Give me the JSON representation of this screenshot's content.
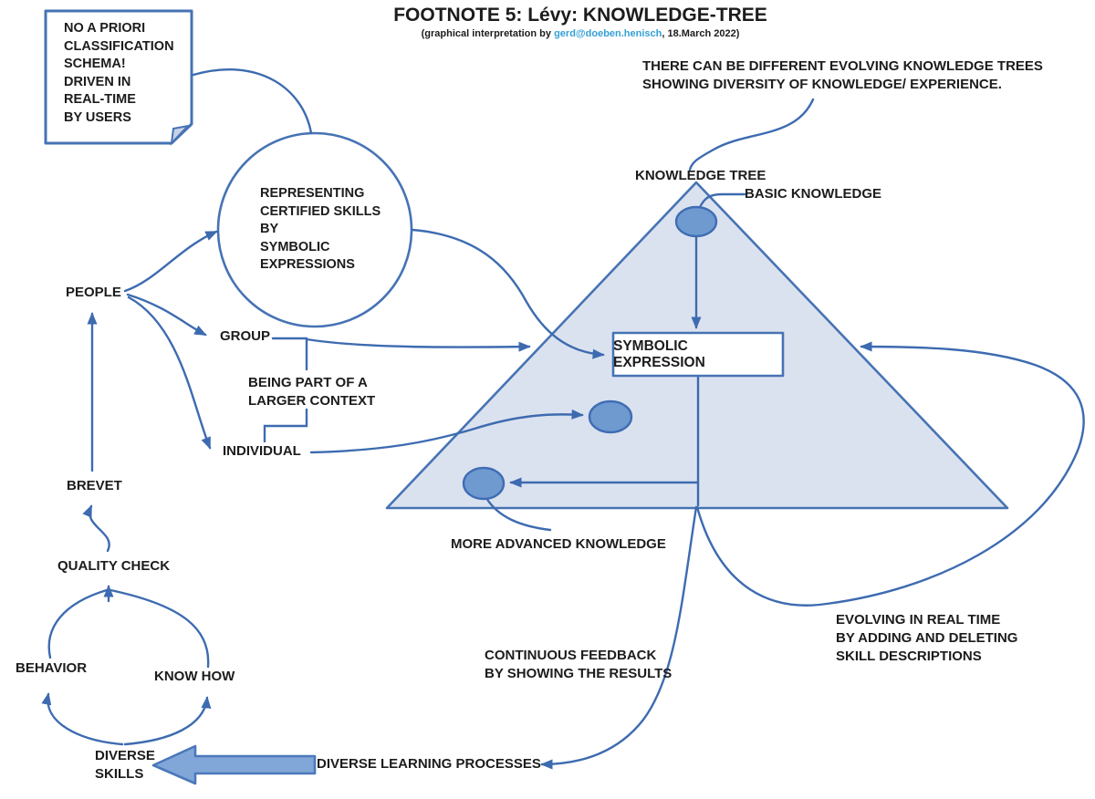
{
  "header": {
    "title": "FOOTNOTE 5: Lévy: KNOWLEDGE-TREE",
    "subtitle_prefix": "(graphical interpretation by ",
    "subtitle_link": "gerd@doeben.henisch",
    "subtitle_suffix": ", 18.March 2022)"
  },
  "labels": {
    "note": "NO A PRIORI\nCLASSIFICATION\nSCHEMA!\nDRIVEN IN\nREAL-TIME\nBY USERS",
    "circle": "REPRESENTING\nCERTIFIED SKILLS\nBY\nSYMBOLIC\nEXPRESSIONS",
    "trees_note": "THERE CAN BE DIFFERENT EVOLVING KNOWLEDGE TREES\nSHOWING DIVERSITY OF KNOWLEDGE/ EXPERIENCE.",
    "knowledge_tree": "KNOWLEDGE TREE",
    "basic_knowledge": "BASIC KNOWLEDGE",
    "people": "PEOPLE",
    "group": "GROUP",
    "being_part": "BEING PART OF A\nLARGER CONTEXT",
    "individual": "INDIVIDUAL",
    "symbolic_expression": "SYMBOLIC EXPRESSION",
    "brevet": "BREVET",
    "quality_check": "QUALITY CHECK",
    "behavior": "BEHAVIOR",
    "know_how": "KNOW HOW",
    "diverse_skills": "DIVERSE\nSKILLS",
    "diverse_learning": "DIVERSE LEARNING PROCESSES",
    "continuous_feedback": "CONTINUOUS FEEDBACK\nBY SHOWING THE RESULTS",
    "evolving": "EVOLVING IN REAL TIME\nBY ADDING AND DELETING\nSKILL DESCRIPTIONS",
    "more_advanced": "MORE ADVANCED KNOWLEDGE"
  },
  "colors": {
    "line": "#3d6bb0",
    "shape_border": "#4673b4",
    "triangle_fill": "#dbe2ef",
    "ellipse_fill": "#6e9ad0",
    "ellipse_border": "#3f6db3",
    "arrow_fill": "#81a7d8",
    "arrow_border": "#4b78ba",
    "flap_fill": "#c7d2e6",
    "link": "#35a0d6",
    "text": "#1c1c1c"
  }
}
